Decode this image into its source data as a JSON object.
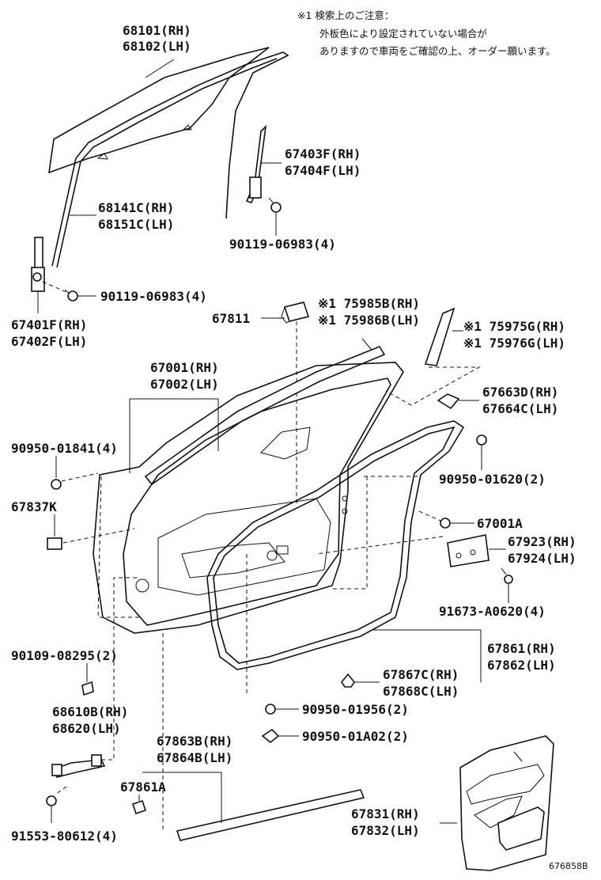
{
  "note": {
    "line1": "※1 検索上のご注意：",
    "line2": "外板色により設定されていない場合が",
    "line3": "ありますので車両をご確認の上、オーダー願います。"
  },
  "labels": {
    "p68101": "68101(RH)",
    "p68102": "68102(LH)",
    "p67403f": "67403F(RH)",
    "p67404f": "67404F(LH)",
    "p68141c": "68141C(RH)",
    "p68151c": "68151C(LH)",
    "p90119a": "90119-06983(4)",
    "p90119b": "90119-06983(4)",
    "p67401f": "67401F(RH)",
    "p67402f": "67402F(LH)",
    "p67811": "67811",
    "p75985b": "※1 75985B(RH)",
    "p75986b": "※1 75986B(LH)",
    "p75975g": "※1 75975G(RH)",
    "p75976g": "※1 75976G(LH)",
    "p67001": "67001(RH)",
    "p67002": "67002(LH)",
    "p67663d": "67663D(RH)",
    "p67664c": "67664C(LH)",
    "p90950_01841": "90950-01841(4)",
    "p90950_01620": "90950-01620(2)",
    "p67837k": "67837K",
    "p67001a": "67001A",
    "p67923": "67923(RH)",
    "p67924": "67924(LH)",
    "p91673": "91673-A0620(4)",
    "p90109": "90109-08295(2)",
    "p67861": "67861(RH)",
    "p67862": "67862(LH)",
    "p67867c": "67867C(RH)",
    "p67868c": "67868C(LH)",
    "p68610b": "68610B(RH)",
    "p68620": "68620(LH)",
    "p90950_01956": "90950-01956(2)",
    "p90950_01a02": "90950-01A02(2)",
    "p67863b": "67863B(RH)",
    "p67864b": "67864B(LH)",
    "p67861a": "67861A",
    "p67831": "67831(RH)",
    "p67832": "67832(LH)",
    "p91553": "91553-80612(4)"
  },
  "diagram_code": "676858B"
}
